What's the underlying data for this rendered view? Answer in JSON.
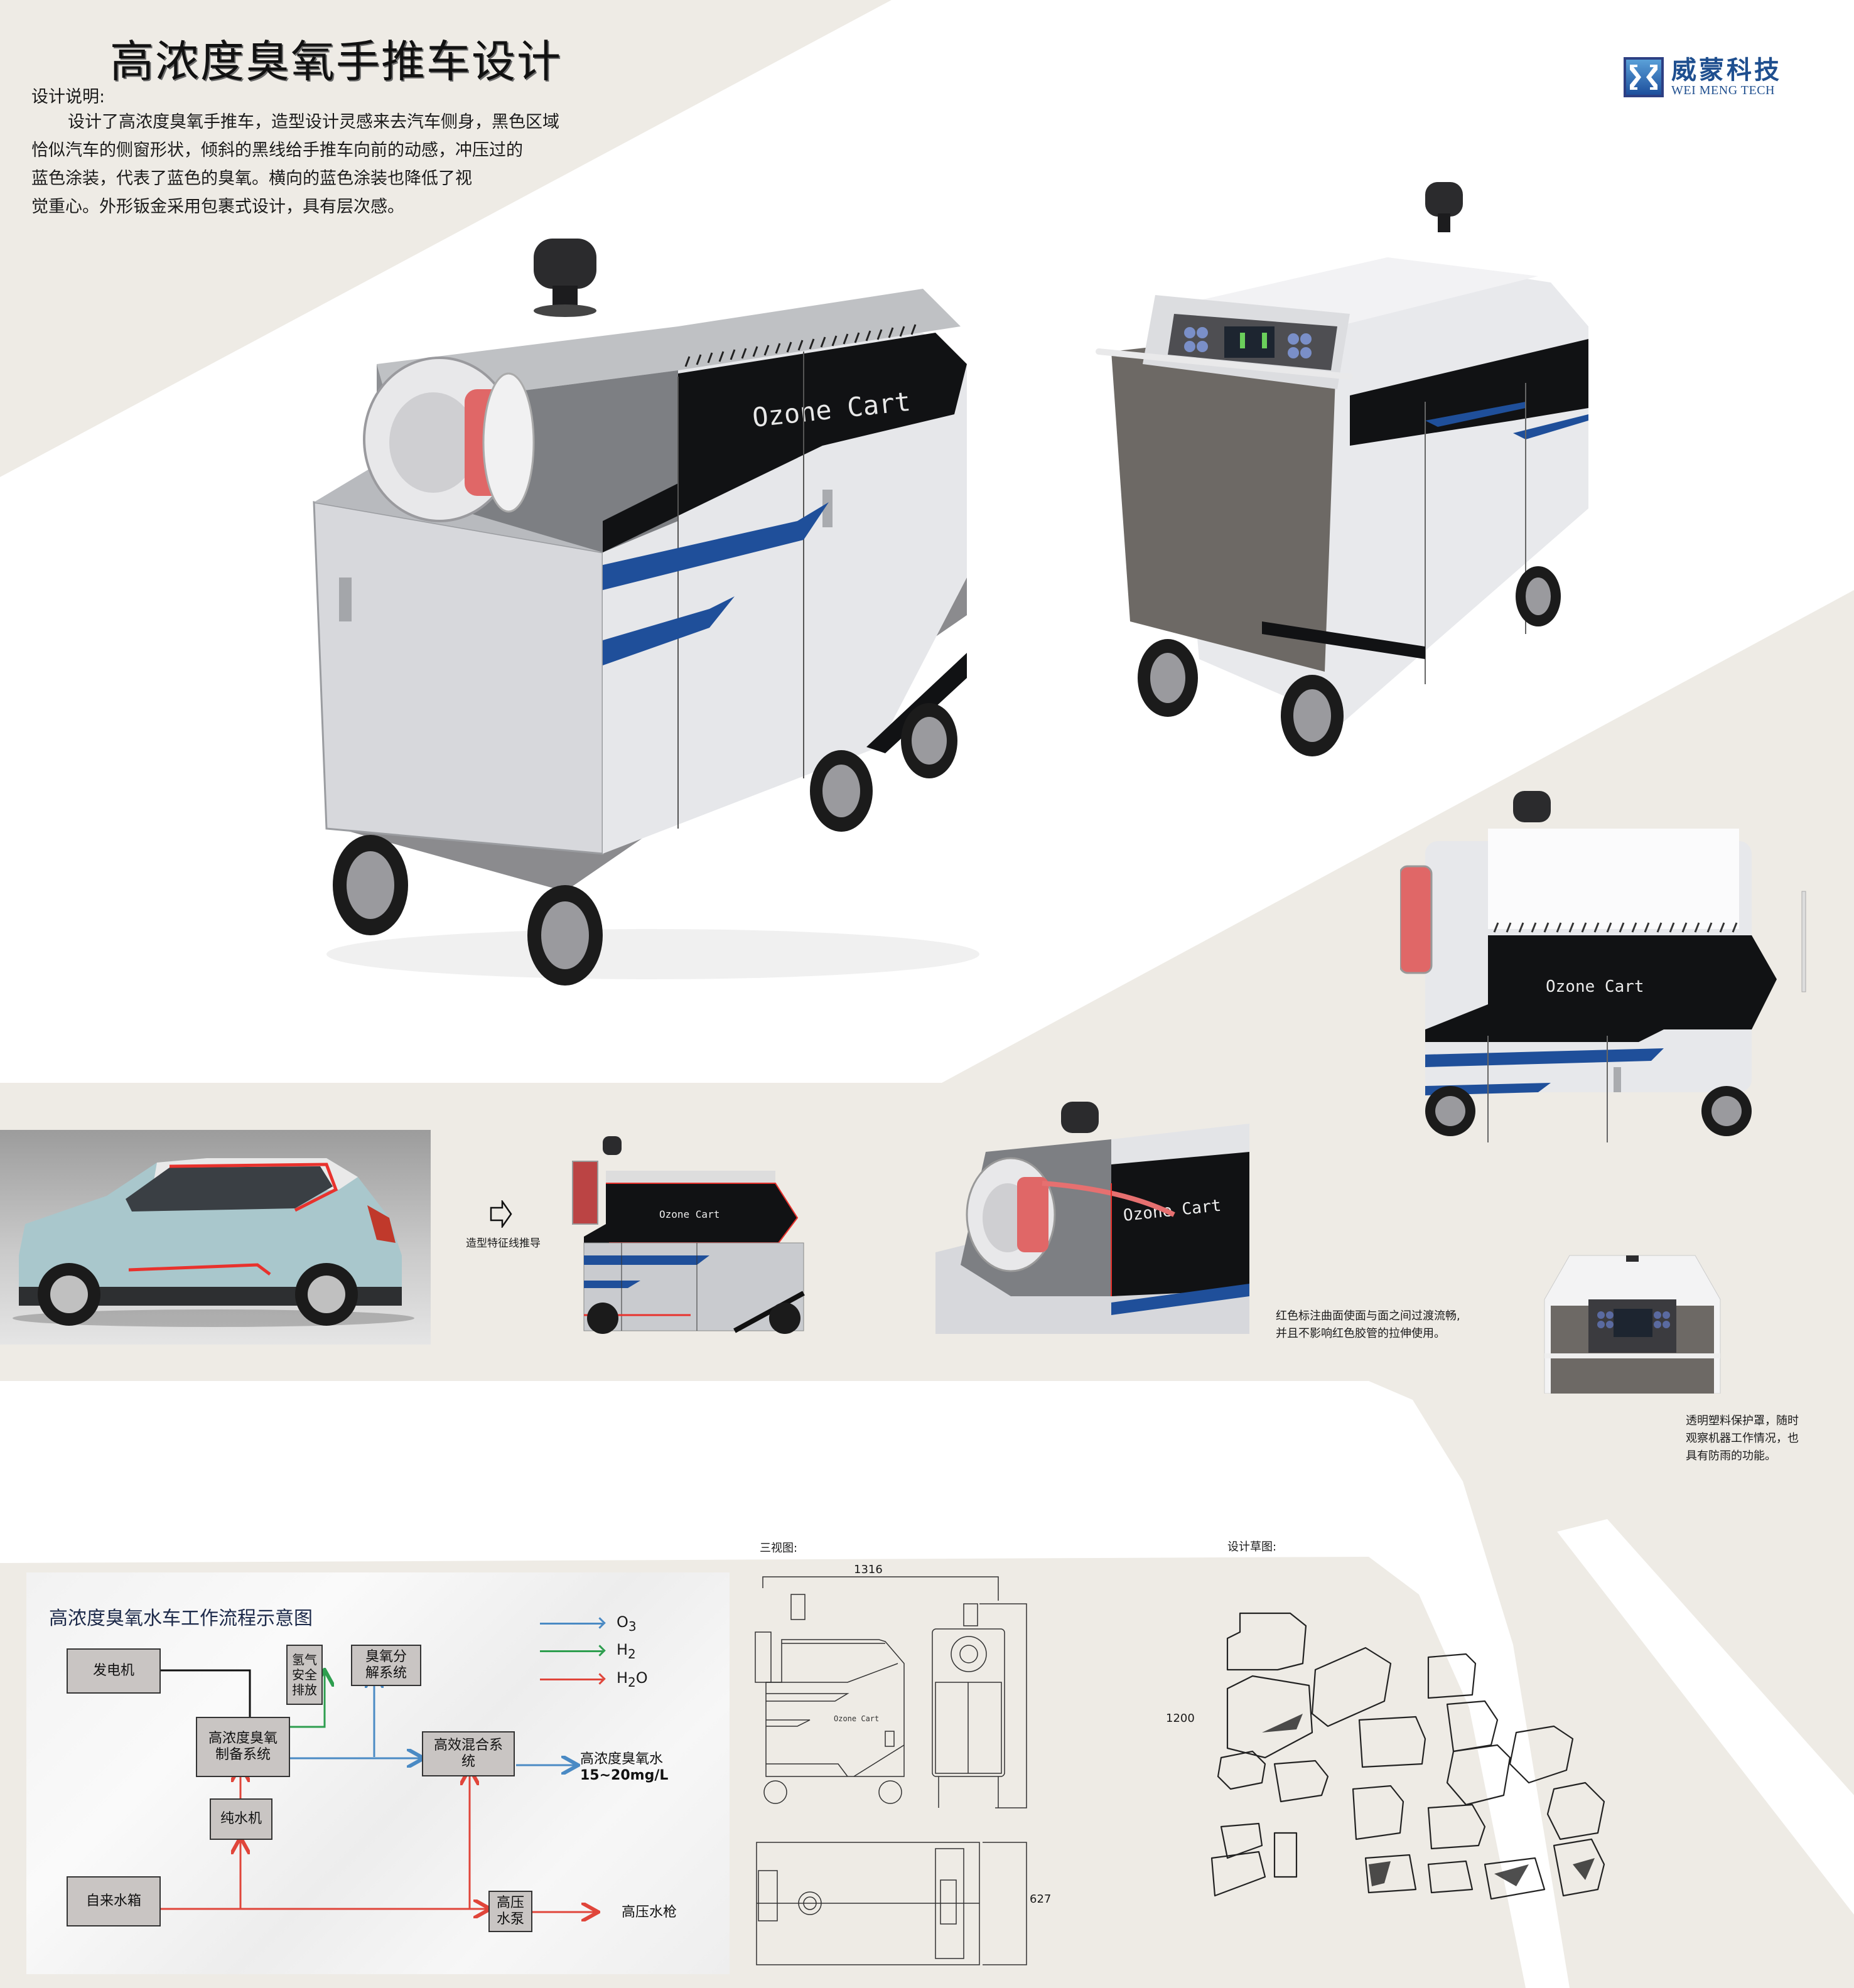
{
  "header": {
    "title": "高浓度臭氧手推车设计",
    "description_label": "设计说明:",
    "description_lines": [
      "设计了高浓度臭氧手推车，造型设计灵感来去汽车侧身，黑色区域",
      "恰似汽车的侧窗形状，倾斜的黑线给手推车向前的动感，冲压过的",
      "蓝色涂装，代表了蓝色的臭氧。横向的蓝色涂装也降低了视",
      "觉重心。外形钣金采用包裹式设计，具有层次感。"
    ]
  },
  "logo": {
    "name_cn": "威蒙科技",
    "name_en": "WEI MENG TECH",
    "color": "#2d3f83"
  },
  "renders": {
    "brand_text": "Ozone Cart",
    "colors": {
      "body": "#e4e6ea",
      "dark_panel": "#111214",
      "accent_blue": "#1f4f9a",
      "hose_red": "#e05a5a",
      "cabinet_gray": "#6d6965"
    }
  },
  "derivation": {
    "arrow_label": "造型特征线推导",
    "cart_brand_text": "Ozone Cart",
    "feature_line_color": "#e8322d"
  },
  "detail_captions": {
    "hose_surface": [
      "红色标注曲面使面与面之间过渡流畅,",
      "并且不影响红色胶管的拉伸使用。"
    ],
    "cover": [
      "透明塑料保护罩，随时",
      "观察机器工作情况，也",
      "具有防雨的功能。"
    ]
  },
  "flow_diagram": {
    "title": "高浓度臭氧水车工作流程示意图",
    "legend": [
      {
        "label": "O3",
        "base": "O",
        "sub": "3",
        "color": "#4a8ac4"
      },
      {
        "label": "H2",
        "base": "H",
        "sub": "2",
        "color": "#2e9e4f"
      },
      {
        "label": "H2O",
        "base": "H",
        "sub": "2",
        "tail": "O",
        "color": "#e0453a"
      }
    ],
    "boxes": {
      "generator": "发电机",
      "h2_exhaust": "氢气安全排放",
      "o3_decompose": "臭氧分解系统",
      "o3_prep": "高浓度臭氧制备系统",
      "mixer": "高效混合系统",
      "pure_water": "纯水机",
      "tap_tank": "自来水箱",
      "hp_pump": "高压水泵"
    },
    "outputs": {
      "ozone_water": "高浓度臭氧水",
      "ozone_water_conc": "15~20mg/L",
      "hp_gun": "高压水枪"
    }
  },
  "three_view": {
    "label": "三视图:",
    "brand_text": "Ozone Cart",
    "dimensions": {
      "length": "1316",
      "height": "1200",
      "width": "627"
    }
  },
  "sketches": {
    "label": "设计草图:"
  }
}
